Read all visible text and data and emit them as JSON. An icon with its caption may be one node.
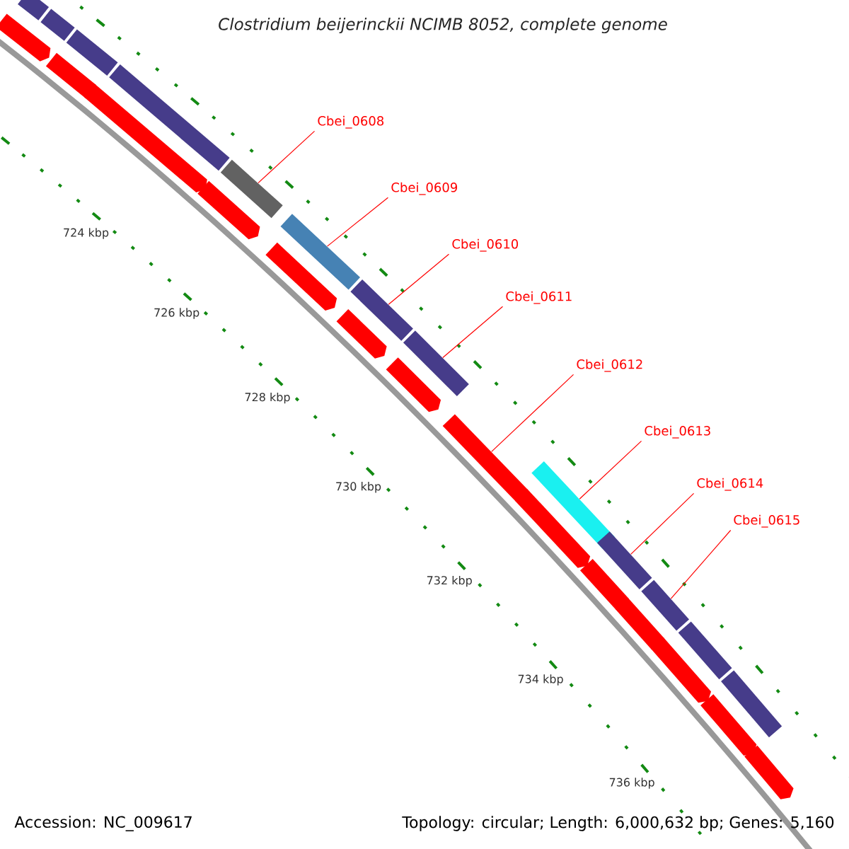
{
  "diagram": {
    "title": "Clostridium beijerinckii NCIMB 8052, complete genome",
    "nodes": [
      {
        "text": [
          "Cbei_0608"
        ]
      },
      {
        "text": [
          "Cbei_0609"
        ]
      },
      {
        "text": [
          "Cbei_0610"
        ]
      },
      {
        "text": [
          "Cbei_0611"
        ]
      },
      {
        "text": [
          "Cbei_0612"
        ]
      },
      {
        "text": [
          "Cbei_0613"
        ]
      },
      {
        "text": [
          "Cbei_0614"
        ]
      },
      {
        "text": [
          "Cbei_0615"
        ]
      },
      {
        "text": [],
        "shape": "bar"
      },
      {
        "text": [],
        "shape": "bar"
      },
      {
        "text": [],
        "shape": "pentagon"
      },
      {
        "text": [],
        "shape": "pentagon"
      },
      {
        "text": [],
        "shape": "bar"
      },
      {
        "text": [],
        "shape": "pentagon"
      },
      {
        "text": [],
        "shape": "bar"
      },
      {
        "text": [],
        "shape": "pentagon"
      },
      {
        "text": [],
        "shape": "bar"
      },
      {
        "text": [],
        "shape": "bar"
      },
      {
        "text": [],
        "shape": "pentagon"
      },
      {
        "text": [],
        "shape": "bar"
      },
      {
        "text": [],
        "shape": "pentagon"
      },
      {
        "text": [],
        "shape": "bar"
      },
      {
        "text": [],
        "shape": "pentagon"
      },
      {
        "text": [],
        "shape": "pentagon"
      },
      {
        "text": [],
        "shape": "bar"
      },
      {
        "text": [],
        "shape": "pentagon"
      },
      {
        "text": [],
        "shape": "bar"
      },
      {
        "text": [],
        "shape": "pentagon"
      },
      {
        "text": [],
        "shape": "pentagon"
      },
      {
        "text": [],
        "shape": "bar"
      },
      {
        "text": [],
        "shape": "pentagon"
      },
      {
        "text": [],
        "shape": "bar"
      },
      {
        "text": [],
        "shape": "bar"
      },
      {
        "text": [],
        "shape": "pentagon"
      },
      {
        "text": [],
        "shape": "pentagon"
      }
    ],
    "edges": [
      {
        "from": 0,
        "to": 16,
        "arrow": "none"
      },
      {
        "from": 1,
        "to": 17,
        "arrow": "none"
      },
      {
        "from": 2,
        "to": 19,
        "arrow": "none"
      },
      {
        "from": 3,
        "to": 21,
        "arrow": "none"
      },
      {
        "from": 4,
        "to": 23,
        "arrow": "none"
      },
      {
        "from": 5,
        "to": 24,
        "arrow": "none"
      },
      {
        "from": 6,
        "to": 26,
        "arrow": "none"
      },
      {
        "from": 7,
        "to": 29,
        "arrow": "none"
      }
    ],
    "labels": [
      "724 kbp",
      "726 kbp",
      "728 kbp",
      "730 kbp",
      "732 kbp",
      "734 kbp",
      "736 kbp",
      "Accession: NC_009617",
      "Topology: circular; Length: 6,000,632 bp; Genes: 5,160"
    ]
  }
}
